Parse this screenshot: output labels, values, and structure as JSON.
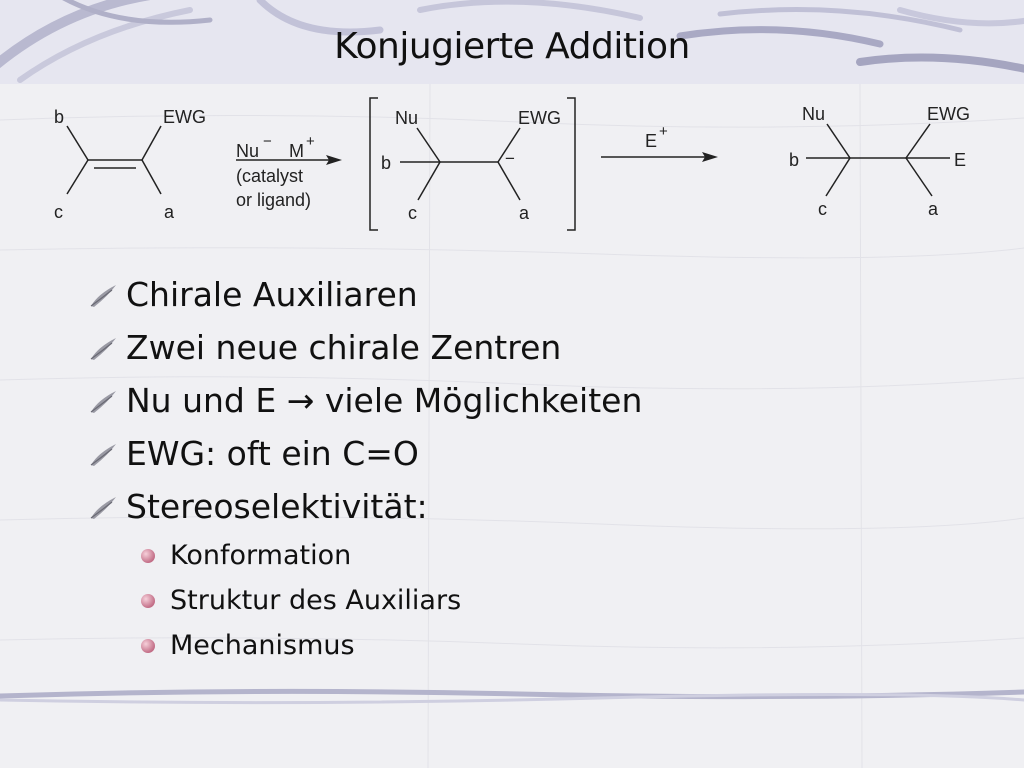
{
  "slide": {
    "title": "Konjugierte Addition"
  },
  "scheme": {
    "reactant": {
      "top_left": "b",
      "top_right": "EWG",
      "bottom_left": "c",
      "bottom_right": "a"
    },
    "reagents": {
      "nucleophile": "Nu",
      "nu_charge": "−",
      "counterion": "M",
      "m_charge": "+",
      "line1": "(catalyst",
      "line2": "or ligand)"
    },
    "intermediate": {
      "top_left": "Nu",
      "top_right": "EWG",
      "left": "b",
      "charge": "−",
      "bottom_left": "c",
      "bottom_right": "a"
    },
    "electrophile": {
      "label": "E",
      "charge": "+"
    },
    "product": {
      "top_left": "Nu",
      "top_right": "EWG",
      "left": "b",
      "right": "E",
      "bottom_left": "c",
      "bottom_right": "a"
    }
  },
  "bullets": [
    {
      "text": "Chirale Auxiliaren"
    },
    {
      "text": "Zwei neue chirale Zentren"
    },
    {
      "text": "Nu und E → viele Möglichkeiten"
    },
    {
      "text": "EWG: oft ein C=O"
    },
    {
      "text": "Stereoselektivität:"
    }
  ],
  "sub_bullets": [
    {
      "text": "Konformation"
    },
    {
      "text": "Struktur des Auxiliars"
    },
    {
      "text": "Mechanismus"
    }
  ]
}
